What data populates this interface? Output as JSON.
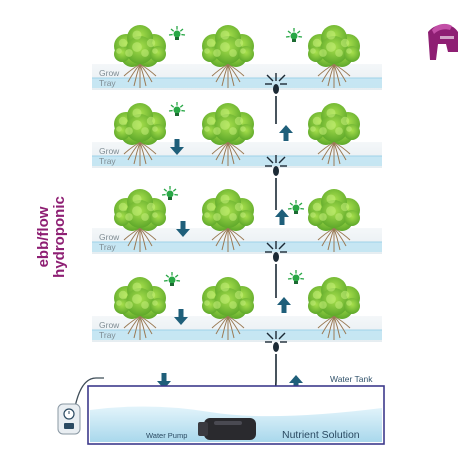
{
  "title": [
    "ebb/flow",
    "hydroponic"
  ],
  "trays": [
    {
      "label": [
        "Grow",
        "Tray"
      ]
    },
    {
      "label": [
        "Grow",
        "Tray"
      ]
    },
    {
      "label": [
        "Grow",
        "Tray"
      ]
    },
    {
      "label": [
        "Grow",
        "Tray"
      ]
    }
  ],
  "tank": {
    "label": "Water Tank",
    "solution_label": "Nutrient Solution",
    "pump_label": "Water Pump"
  },
  "icons": {
    "logo": "spartan-helmet-icon",
    "light": "light-bulb-icon",
    "timer": "timer-icon",
    "down_arrow": "down-arrow-icon",
    "up_arrow": "up-arrow-icon",
    "sprayer": "sprayer-icon"
  },
  "colors": {
    "brand": "#8e1f73",
    "water": "#bfe4f2",
    "tank_border": "#3d3a8c",
    "arrow": "#1f5f7a",
    "plant": "#7ccc33",
    "light": "#28a745"
  }
}
